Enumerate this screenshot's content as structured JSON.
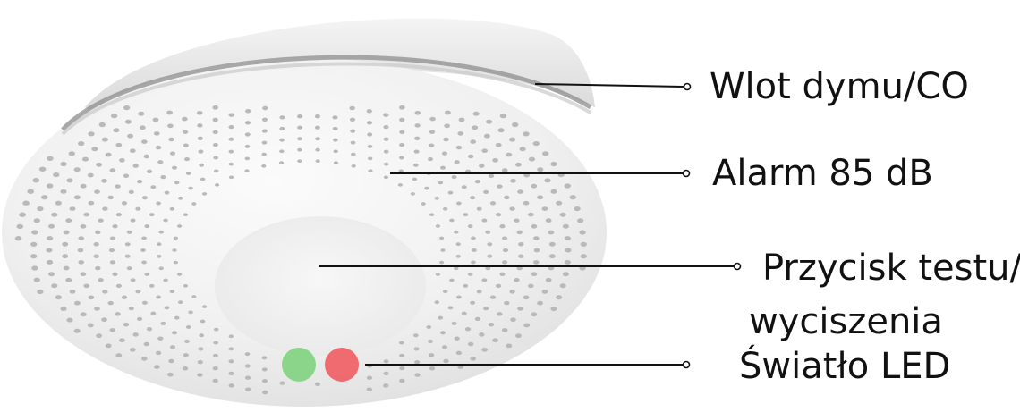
{
  "labels": {
    "smoke_inlet": "Wlot dymu/CO",
    "alarm": "Alarm 85 dB",
    "test_button_line1": "Przycisk testu/",
    "test_button_line2": "wyciszenia",
    "led": "Światło LED"
  },
  "led_colors": {
    "green": "#7fd37f",
    "red": "#ef5f65"
  },
  "colors": {
    "text": "#111111",
    "leader_line": "#111111",
    "body": "#f2f2f2",
    "vent_holes": "#b9b9b9"
  }
}
